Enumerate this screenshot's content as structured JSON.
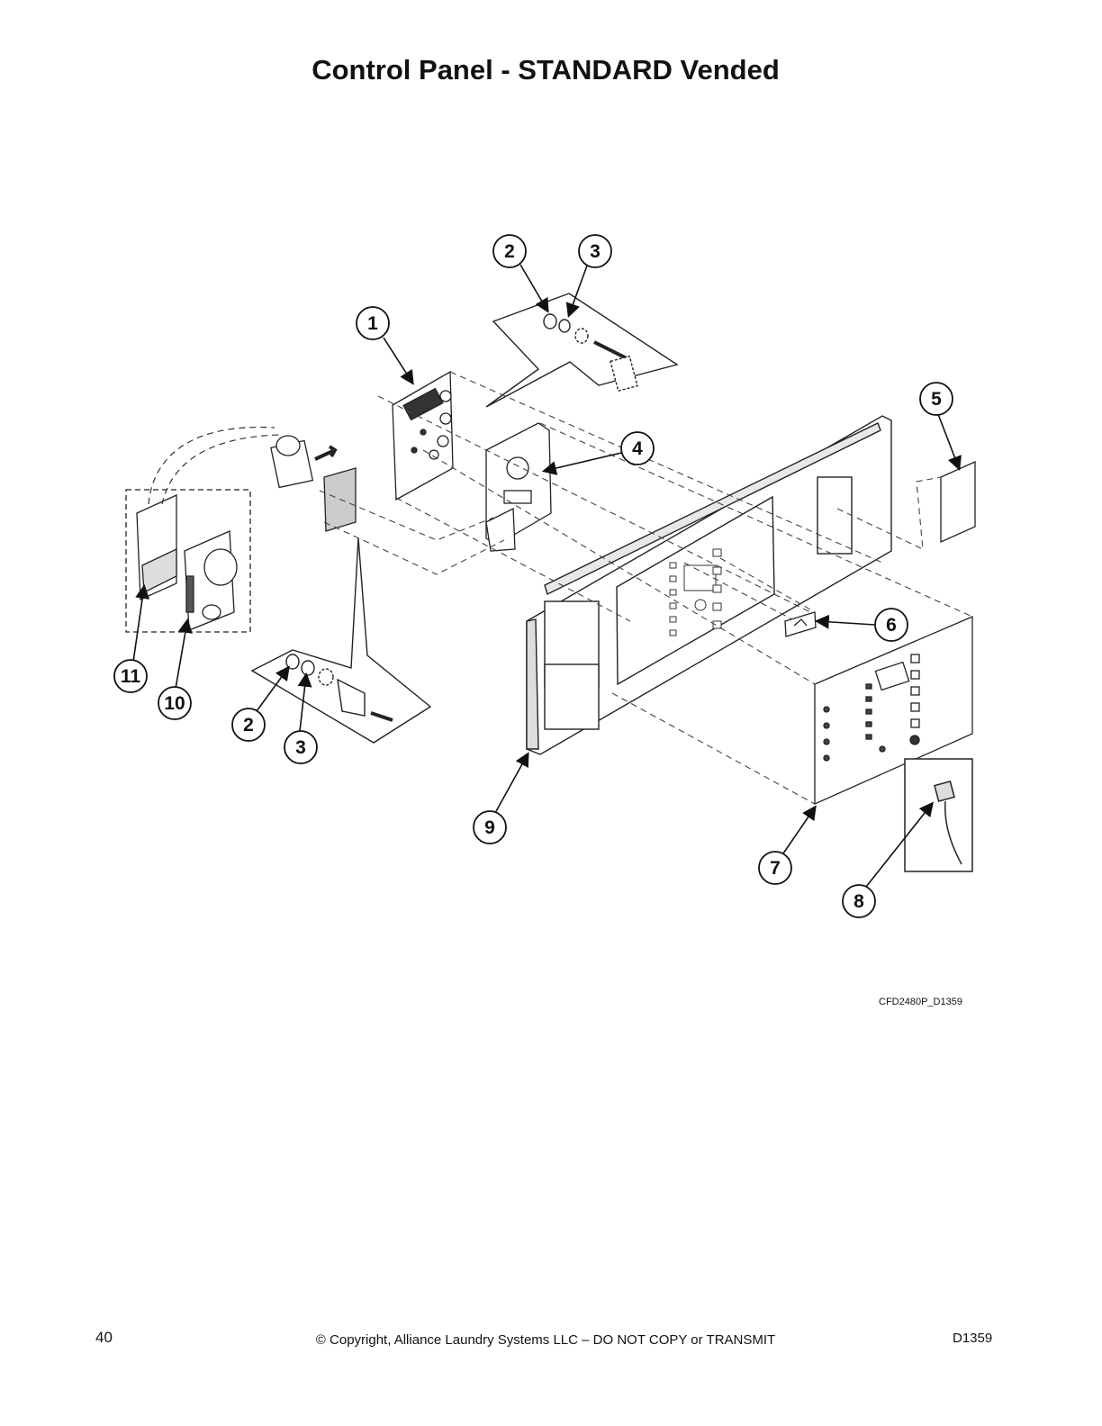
{
  "title": "Control Panel - STANDARD Vended",
  "figure_code": "CFD2480P_D1359",
  "footer": {
    "page_number": "40",
    "copyright": "© Copyright, Alliance Laundry Systems LLC – DO NOT COPY or TRANSMIT",
    "doc_id": "D1359"
  },
  "callouts": {
    "c1": "1",
    "c2a": "2",
    "c3a": "3",
    "c4": "4",
    "c5": "5",
    "c6": "6",
    "c7": "7",
    "c8": "8",
    "c9": "9",
    "c10": "10",
    "c11": "11",
    "c2b": "2",
    "c3b": "3"
  }
}
